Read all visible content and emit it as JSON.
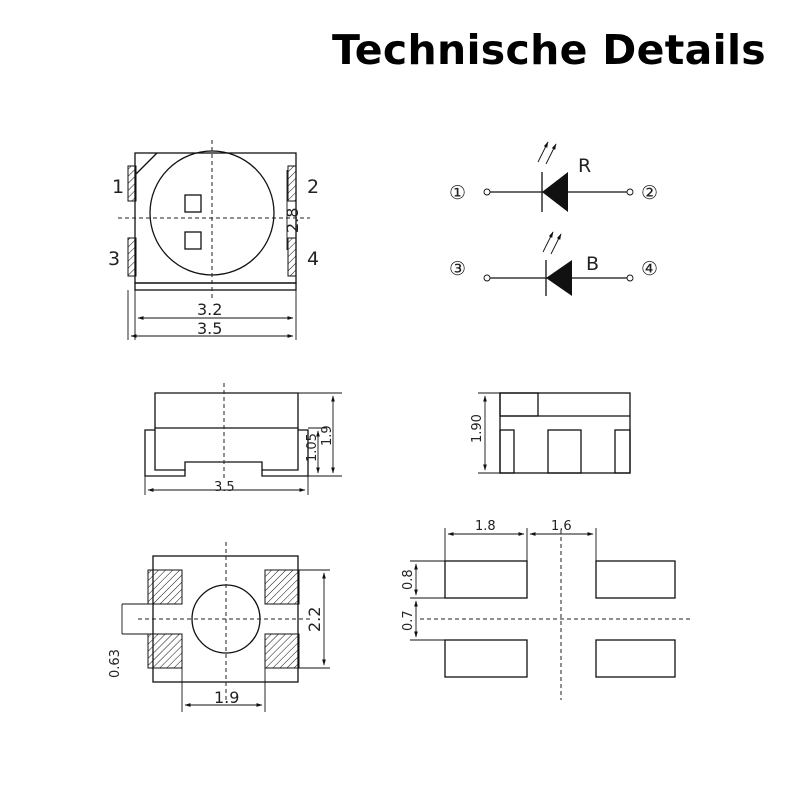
{
  "title": "Technische Details",
  "top_view": {
    "pins": [
      "1",
      "2",
      "3",
      "4"
    ],
    "dim_height": "2.8",
    "dim_body": "3.2",
    "dim_total": "3.5"
  },
  "schematic": {
    "led_red": {
      "pin_left": "①",
      "pin_right": "②",
      "label": "R"
    },
    "led_blue": {
      "pin_left": "③",
      "pin_right": "④",
      "label": "B"
    }
  },
  "side_view": {
    "dim_height": "1.9",
    "dim_body": "1.05",
    "dim_width": "3.5"
  },
  "end_view": {
    "dim_height": "1.90"
  },
  "bottom_view": {
    "dim_pad_span": "2.2",
    "dim_pad_height": "0.63",
    "dim_width": "1.9"
  },
  "footprint": {
    "dim_pad_w": "1.8",
    "dim_gap": "1.6",
    "dim_pad_h": "0.8",
    "dim_pad_gap": "0.7"
  }
}
